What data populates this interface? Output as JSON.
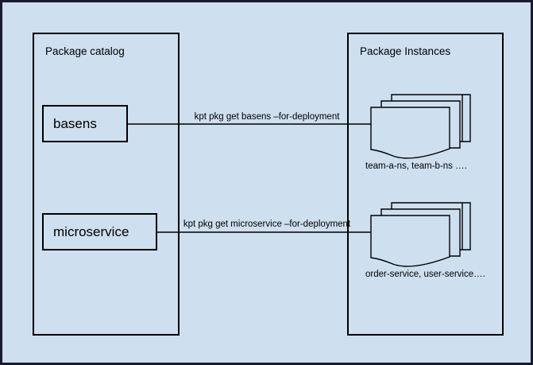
{
  "diagram": {
    "background_color": "#cedfef",
    "border_color": "#1a1a2e",
    "stroke_color": "#000000",
    "catalog": {
      "title": "Package catalog",
      "packages": [
        {
          "label": "basens"
        },
        {
          "label": "microservice"
        }
      ]
    },
    "instances": {
      "title": "Package Instances",
      "groups": [
        {
          "icon": "document-stack-icon",
          "caption": "team-a-ns, team-b-ns …."
        },
        {
          "icon": "document-stack-icon",
          "caption": "order-service, user-service…."
        }
      ]
    },
    "arrows": [
      {
        "label": "kpt pkg get basens –for-deployment"
      },
      {
        "label": "kpt pkg get microservice –for-deployment"
      }
    ]
  }
}
